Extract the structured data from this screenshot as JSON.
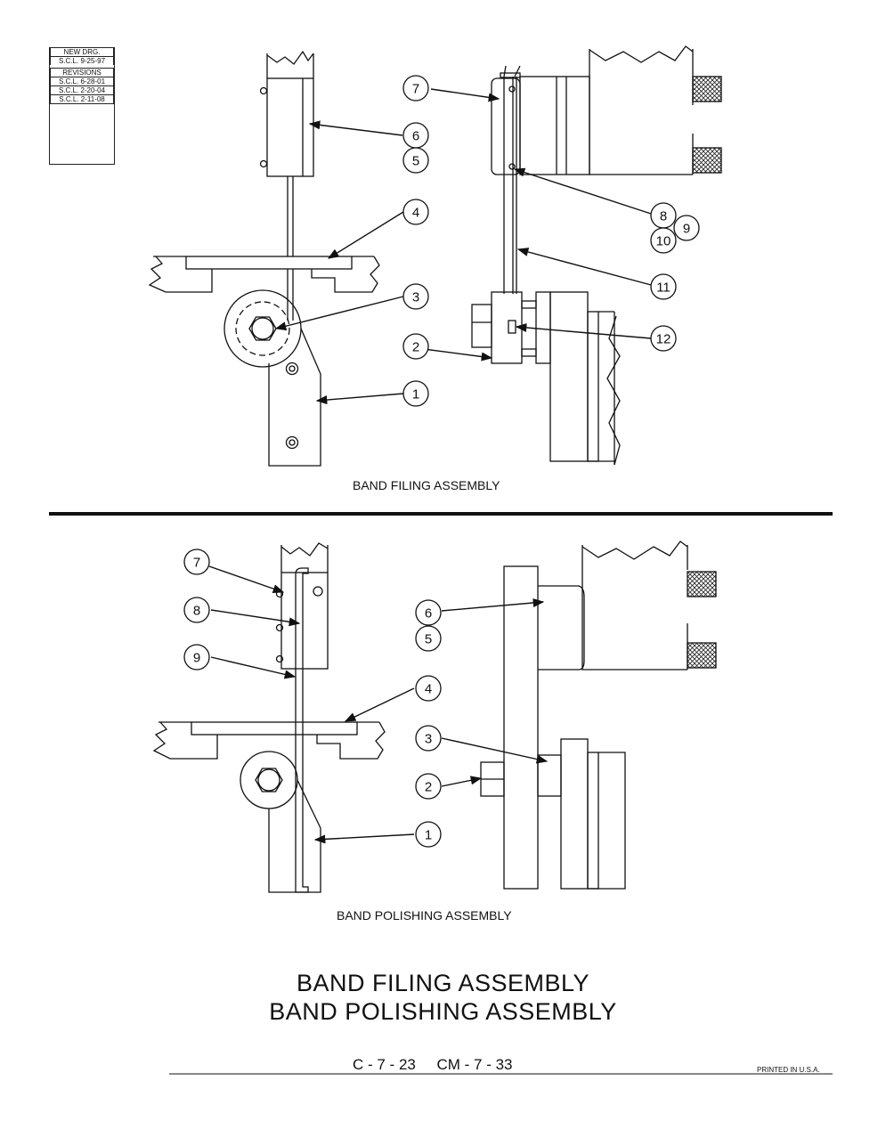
{
  "revision_block": {
    "new_drawing_label": "NEW DRG.",
    "new_drawing_entry": "S.C.L. 9-25-97",
    "revisions_label": "REVISIONS",
    "revisions": [
      "S.C.L. 6-28-01",
      "S.C.L. 2-20-04",
      "S.C.L. 2-11-08"
    ]
  },
  "band_filing": {
    "caption": "BAND FILING ASSEMBLY",
    "callouts": [
      "7",
      "6",
      "5",
      "4",
      "3",
      "2",
      "1",
      "8",
      "9",
      "10",
      "11",
      "12"
    ]
  },
  "band_polishing": {
    "caption": "BAND POLISHING ASSEMBLY",
    "callouts": [
      "7",
      "8",
      "9",
      "6",
      "5",
      "4",
      "3",
      "2",
      "1"
    ]
  },
  "title": {
    "line1": "BAND FILING ASSEMBLY",
    "line2": "BAND POLISHING ASSEMBLY"
  },
  "footer": {
    "page_code": "C - 7 - 23     CM - 7 - 33",
    "printed": "PRINTED IN U.S.A."
  }
}
